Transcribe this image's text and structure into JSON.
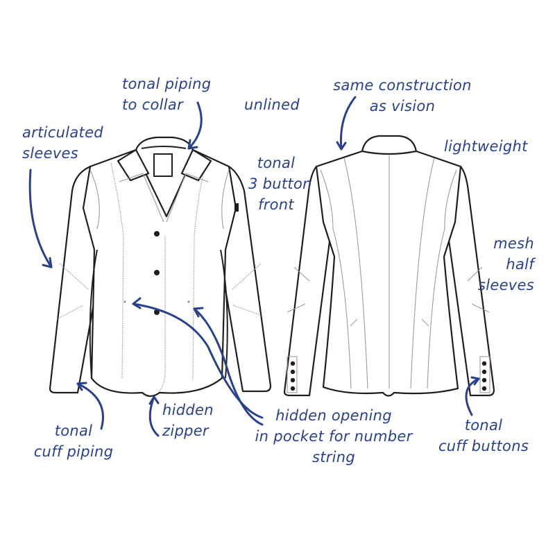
{
  "diagram": {
    "type": "technical-flat-sketch",
    "subject": "show jacket, front and back views",
    "colors": {
      "annotation": "#27418f",
      "outline": "#1e1e1e",
      "seam": "#9a9a9a",
      "background": "#ffffff"
    },
    "views": [
      {
        "name": "front",
        "buttons": 3
      },
      {
        "name": "back",
        "cuff_buttons_per_sleeve": 4
      }
    ],
    "annotations": [
      {
        "id": "tonal-piping-collar",
        "text": "tonal piping\nto collar"
      },
      {
        "id": "unlined",
        "text": "unlined"
      },
      {
        "id": "same-construction",
        "text": "same construction\nas vision"
      },
      {
        "id": "articulated-sleeves",
        "text": "articulated\nsleeves"
      },
      {
        "id": "lightweight",
        "text": "lightweight"
      },
      {
        "id": "tonal-3-button-front",
        "text": "tonal\n3 button\nfront"
      },
      {
        "id": "mesh-half-sleeves",
        "text": "mesh\nhalf\nsleeves"
      },
      {
        "id": "tonal-cuff-piping",
        "text": "tonal\ncuff piping"
      },
      {
        "id": "hidden-zipper",
        "text": "hidden\nzipper"
      },
      {
        "id": "hidden-opening",
        "text": "hidden opening\nin pocket for number\nstring"
      },
      {
        "id": "tonal-cuff-buttons",
        "text": "tonal\ncuff buttons"
      }
    ]
  }
}
